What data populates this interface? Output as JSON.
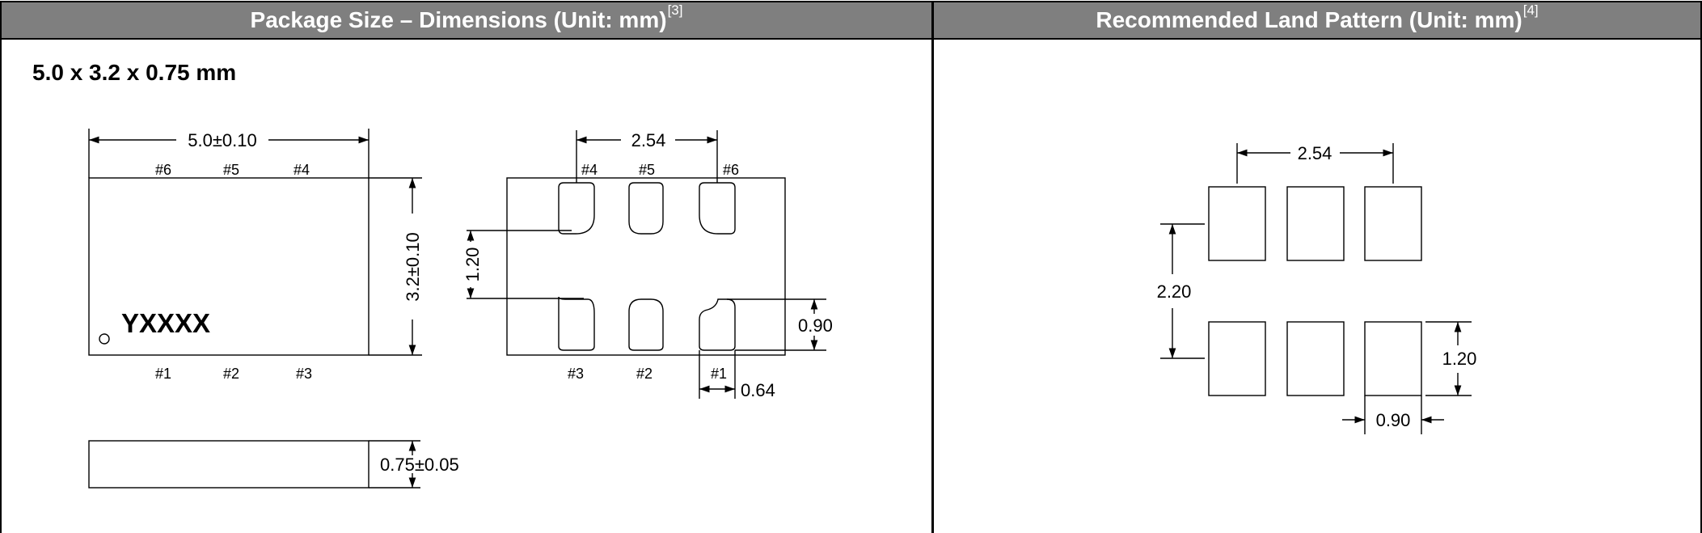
{
  "headers": {
    "left": {
      "text": "Package Size – Dimensions (Unit: mm)",
      "ref": "[3]"
    },
    "right": {
      "text": "Recommended Land Pattern (Unit: mm)",
      "ref": "[4]"
    }
  },
  "package": {
    "title": "5.0 x 3.2 x 0.75 mm",
    "marking": "YXXXX",
    "top_view": {
      "width_label": "5.0±0.10",
      "height_label": "3.2±0.10",
      "top_pins": [
        "#6",
        "#5",
        "#4"
      ],
      "bottom_pins": [
        "#1",
        "#2",
        "#3"
      ]
    },
    "side_view": {
      "thickness_label": "0.75±0.05"
    },
    "bottom_view": {
      "pitch_label": "2.54",
      "pad_gap_label": "1.20",
      "pad_height_label": "0.90",
      "pad_width_label": "0.64",
      "top_pins": [
        "#4",
        "#5",
        "#6"
      ],
      "bottom_pins": [
        "#3",
        "#2",
        "#1"
      ]
    }
  },
  "land_pattern": {
    "pitch_label": "2.54",
    "row_spacing_label": "2.20",
    "pad_height_label": "1.20",
    "pad_width_label": "0.90"
  }
}
